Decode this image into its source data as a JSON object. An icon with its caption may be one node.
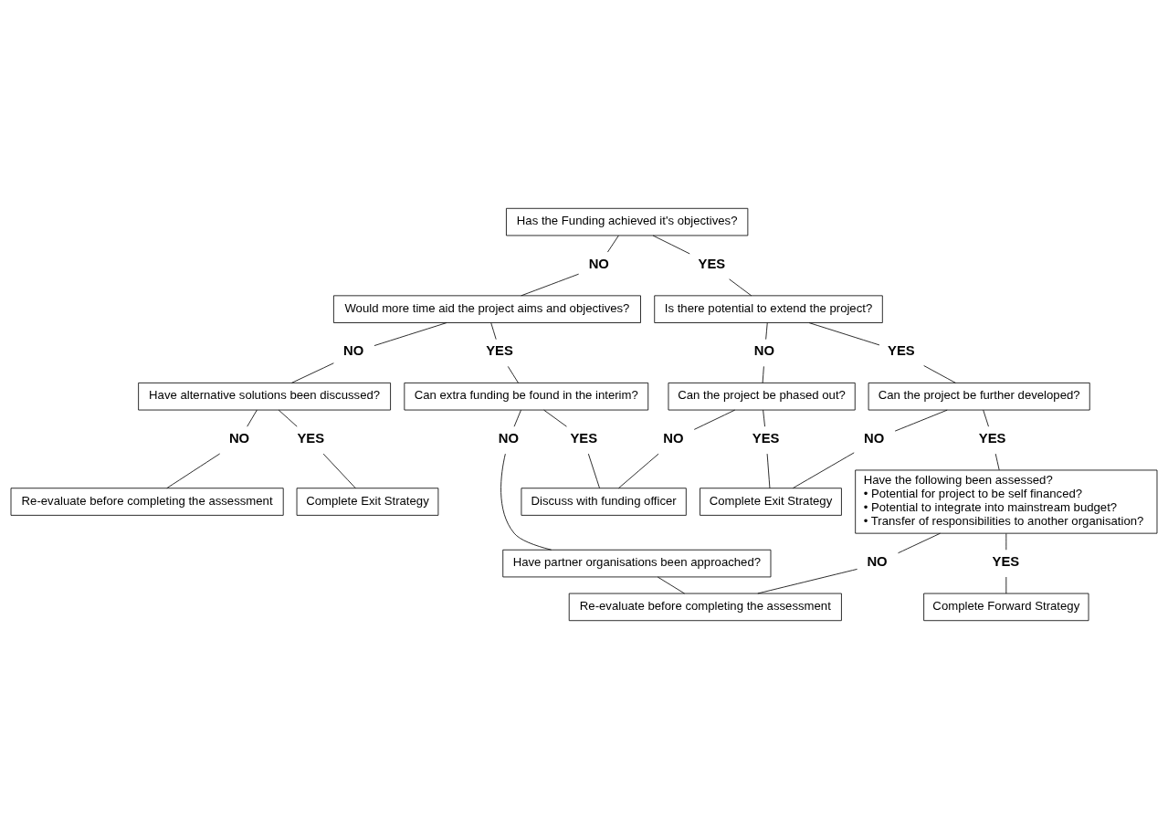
{
  "diagram": {
    "nodes": [
      {
        "text": [
          "Has the Funding achieved it's objectives?"
        ]
      },
      {
        "text": [
          "NO"
        ]
      },
      {
        "text": [
          "YES"
        ]
      },
      {
        "text": [
          "Would more time aid the project aims and objectives?"
        ]
      },
      {
        "text": [
          "Is there potential to extend the project?"
        ]
      },
      {
        "text": [
          "NO"
        ]
      },
      {
        "text": [
          "YES"
        ]
      },
      {
        "text": [
          "NO"
        ]
      },
      {
        "text": [
          "YES"
        ]
      },
      {
        "text": [
          "Have alternative solutions been discussed?"
        ]
      },
      {
        "text": [
          "Can extra funding be found in the interim?"
        ]
      },
      {
        "text": [
          "Can the project be phased out?"
        ]
      },
      {
        "text": [
          "Can the project be further developed?"
        ]
      },
      {
        "text": [
          "NO"
        ]
      },
      {
        "text": [
          "YES"
        ]
      },
      {
        "text": [
          "NO"
        ]
      },
      {
        "text": [
          "YES"
        ]
      },
      {
        "text": [
          "NO"
        ]
      },
      {
        "text": [
          "YES"
        ]
      },
      {
        "text": [
          "NO"
        ]
      },
      {
        "text": [
          "YES"
        ]
      },
      {
        "text": [
          "Re-evaluate before completing the assessment"
        ]
      },
      {
        "text": [
          "Have partner organisations been approached?"
        ]
      },
      {
        "text": [
          "Discuss with funding officer"
        ]
      },
      {
        "text": [
          "Complete Exit Strategy"
        ]
      },
      {
        "text": [
          "Complete Exit Strategy"
        ]
      },
      {
        "text": [
          "Have the following been assessed?",
          "• Potential for project to be self financed?",
          "• Potential to integrate into mainstream budget?",
          "• Transfer of responsibilities to another organisation?"
        ]
      },
      {
        "text": [
          "NO"
        ]
      },
      {
        "text": [
          "YES"
        ]
      },
      {
        "text": [
          "Re-evaluate before completing the assessment"
        ]
      },
      {
        "text": [
          "Complete Forward Strategy"
        ]
      }
    ],
    "edges": [
      {
        "from": 0,
        "to": 1,
        "arrow": "none"
      },
      {
        "from": 0,
        "to": 2,
        "arrow": "none"
      },
      {
        "from": 1,
        "to": 3,
        "arrow": "none"
      },
      {
        "from": 2,
        "to": 4,
        "arrow": "none"
      },
      {
        "from": 3,
        "to": 5,
        "arrow": "none"
      },
      {
        "from": 3,
        "to": 6,
        "arrow": "none"
      },
      {
        "from": 4,
        "to": 7,
        "arrow": "none"
      },
      {
        "from": 4,
        "to": 8,
        "arrow": "none"
      },
      {
        "from": 5,
        "to": 9,
        "arrow": "none"
      },
      {
        "from": 6,
        "to": 10,
        "arrow": "none"
      },
      {
        "from": 7,
        "to": 11,
        "arrow": "none"
      },
      {
        "from": 8,
        "to": 12,
        "arrow": "none"
      },
      {
        "from": 9,
        "to": 13,
        "arrow": "none"
      },
      {
        "from": 9,
        "to": 14,
        "arrow": "none"
      },
      {
        "from": 10,
        "to": 15,
        "arrow": "none"
      },
      {
        "from": 10,
        "to": 16,
        "arrow": "none"
      },
      {
        "from": 11,
        "to": 17,
        "arrow": "none"
      },
      {
        "from": 11,
        "to": 18,
        "arrow": "none"
      },
      {
        "from": 12,
        "to": 19,
        "arrow": "none"
      },
      {
        "from": 12,
        "to": 20,
        "arrow": "none"
      },
      {
        "from": 13,
        "to": 21,
        "arrow": "none"
      },
      {
        "from": 14,
        "to": 24,
        "arrow": "none"
      },
      {
        "from": 15,
        "to": 22,
        "arrow": "none"
      },
      {
        "from": 16,
        "to": 23,
        "arrow": "none"
      },
      {
        "from": 17,
        "to": 23,
        "arrow": "none"
      },
      {
        "from": 18,
        "to": 25,
        "arrow": "none"
      },
      {
        "from": 19,
        "to": 25,
        "arrow": "none"
      },
      {
        "from": 20,
        "to": 26,
        "arrow": "none"
      },
      {
        "from": 22,
        "to": 29,
        "arrow": "none"
      },
      {
        "from": 26,
        "to": 27,
        "arrow": "none"
      },
      {
        "from": 26,
        "to": 28,
        "arrow": "none"
      },
      {
        "from": 27,
        "to": 29,
        "arrow": "none"
      },
      {
        "from": 28,
        "to": 30,
        "arrow": "none"
      }
    ]
  }
}
